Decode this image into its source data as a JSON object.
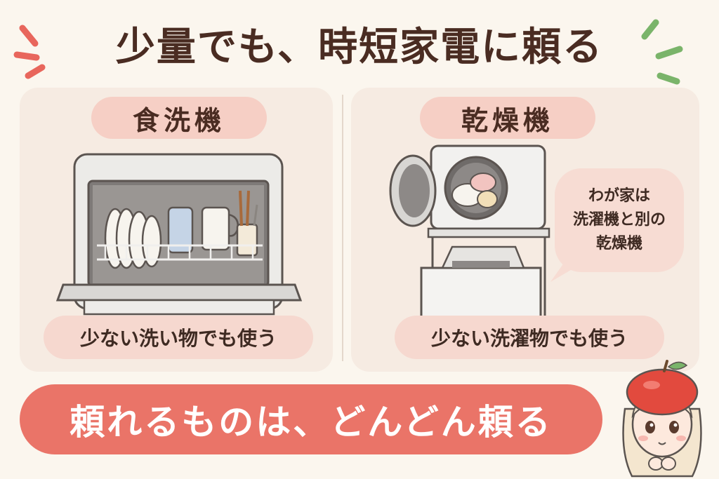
{
  "title": "少量でも、時短家電に頼る",
  "left_panel": {
    "heading": "食洗機",
    "caption": "少ない洗い物でも使う"
  },
  "right_panel": {
    "heading": "乾燥機",
    "caption": "少ない洗濯物でも使う",
    "bubble_lines": [
      "わが家は",
      "洗濯機と別の",
      "乾燥機"
    ]
  },
  "banner": "頼れるものは、どんどん頼る",
  "colors": {
    "background": "#fbf6ee",
    "title_text": "#4a2c22",
    "panel": "#f6ebe2",
    "pill": "#f6cfc5",
    "banner": "#ea7468",
    "accent_red": "#e8665c",
    "accent_green": "#7ab46a"
  },
  "icons": [
    "dishwasher-illustration",
    "dryer-and-washer-illustration",
    "apple-hat-girl-avatar"
  ]
}
